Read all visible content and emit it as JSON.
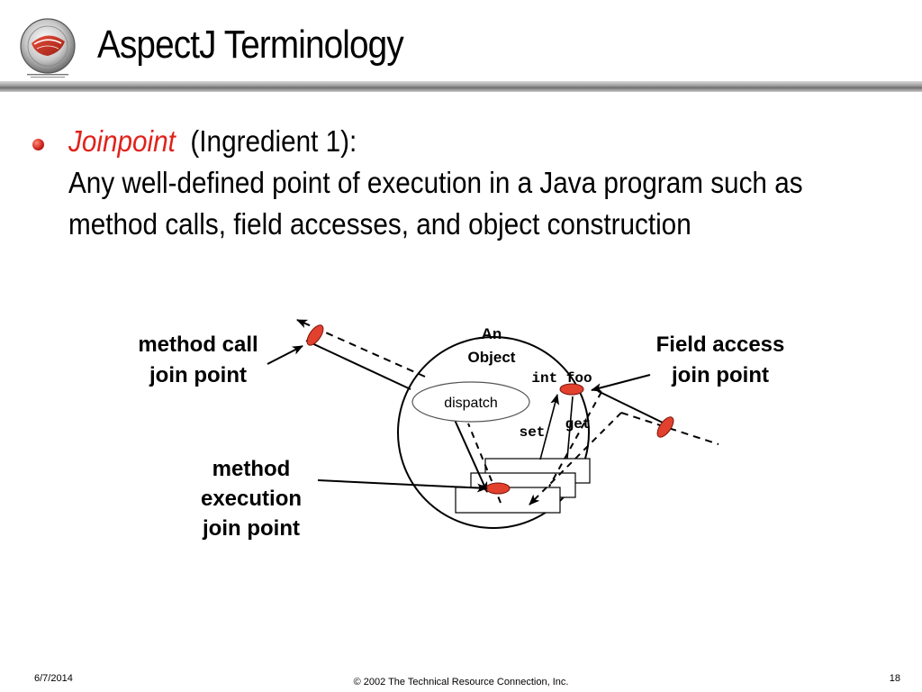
{
  "slide": {
    "title": "AspectJ Terminology",
    "bullet": {
      "term": "Joinpoint",
      "ingredient": "(Ingredient 1):",
      "line2": "Any well-defined point of execution in a Java program such as",
      "line3": "method calls, field accesses, and object construction"
    }
  },
  "diagram": {
    "object_label_line1": "An",
    "object_label_line2": "Object",
    "field_label": "int foo",
    "dispatch_label": "dispatch",
    "set_label": "set",
    "get_label": "get",
    "method_call_line1": "method call",
    "method_call_line2": "join point",
    "field_access_line1": "Field access",
    "field_access_line2": "join point",
    "method_exec_line1": "method",
    "method_exec_line2": "execution",
    "method_exec_line3": "join point",
    "colors": {
      "join_point_fill": "#e2412e",
      "term_red": "#e0221a"
    }
  },
  "footer": {
    "date": "6/7/2014",
    "copyright": "© 2002 The Technical Resource Connection, Inc.",
    "page_number": "18"
  }
}
